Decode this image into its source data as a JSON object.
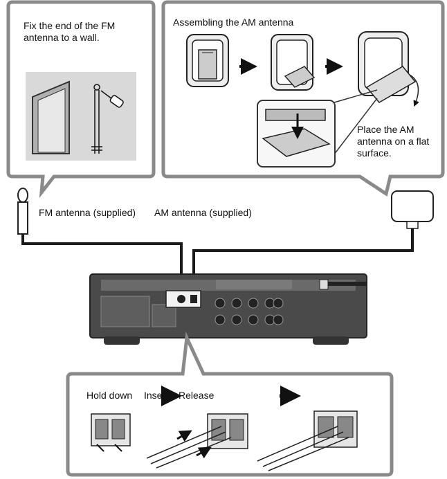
{
  "fm_wall": {
    "instruction": "Fix the end of the FM antenna to a wall."
  },
  "am_assembly": {
    "title": "Assembling the AM antenna",
    "placement_note": "Place the AM antenna on a flat surface."
  },
  "antenna_labels": {
    "fm": "FM antenna (supplied)",
    "am": "AM antenna (supplied)"
  },
  "speaker_wire": {
    "step1": "Hold down",
    "step2": "Insert",
    "step3": "Release"
  },
  "colors": {
    "callout_border": "#8a8a8a",
    "cable": "#1a1a1a",
    "receiver_body": "#4a4a4a",
    "receiver_panel": "#6a6a6a",
    "wall_panel": "#d9d9d9"
  },
  "icons": [
    "fm-wire-antenna-icon",
    "am-loop-antenna-icon",
    "push-terminal-icon",
    "arrow-right-icon",
    "screw-icon"
  ]
}
